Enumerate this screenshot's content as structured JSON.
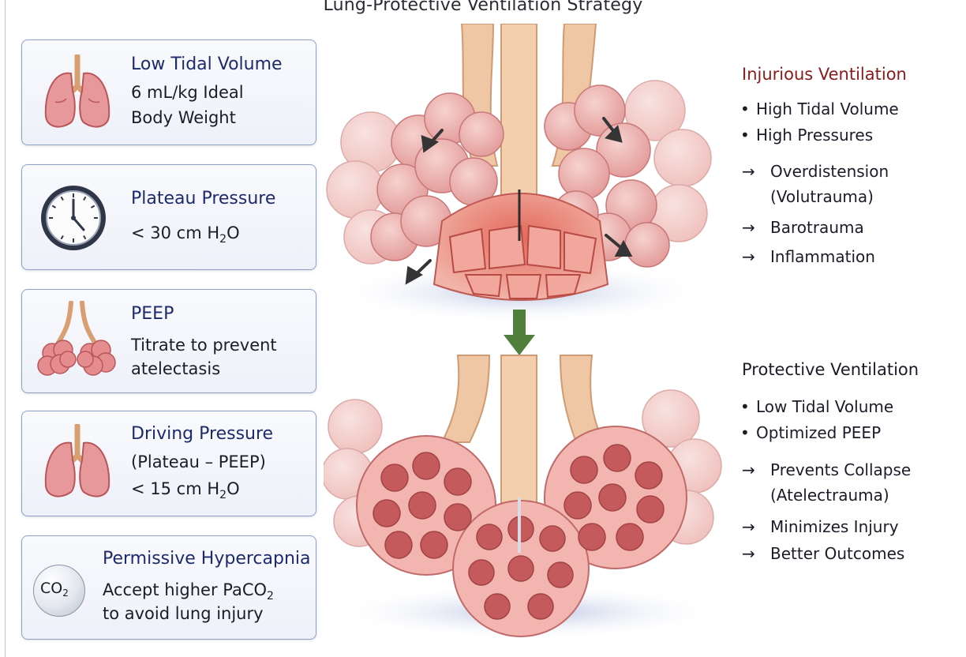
{
  "title": "Lung-Protective Ventilation Strategy",
  "cards": [
    {
      "title": "Low Tidal Volume",
      "line1": "6 mL/kg Ideal",
      "line2": "Body Weight",
      "icon": "lungs-icon"
    },
    {
      "title": "Plateau Pressure",
      "line1_pre": "< 30 cm H",
      "line1_sub": "2",
      "line1_post": "O",
      "icon": "clock-icon"
    },
    {
      "title": "PEEP",
      "line1": "Titrate to prevent",
      "line2": "atelectasis",
      "icon": "alveoli-icon"
    },
    {
      "title": "Driving Pressure",
      "line1": "(Plateau – PEEP)",
      "line2_pre": "< 15 cm H",
      "line2_sub": "2",
      "line2_post": "O",
      "icon": "lungs-icon"
    },
    {
      "title": "Permissive Hypercapnia",
      "line1_pre": "Accept higher PaCO",
      "line1_sub": "2",
      "line2": "to avoid lung injury",
      "icon_pre": "CO",
      "icon_sub": "2",
      "icon": "co2-bubble-icon"
    }
  ],
  "injurious": {
    "heading": "Injurious Ventilation",
    "heading_color": "#8b1a1a",
    "bullets": [
      "High Tidal Volume",
      "High Pressures"
    ],
    "effects": [
      "Overdistension",
      "(Volutrauma)",
      "Barotrauma",
      "Inflammation"
    ]
  },
  "protective": {
    "heading": "Protective Ventilation",
    "heading_color": "#1c1c28",
    "bullets": [
      "Low Tidal Volume",
      "Optimized PEEP"
    ],
    "effects": [
      "Prevents Collapse",
      "(Atelectrauma)",
      "Minimizes Injury",
      "Better Outcomes"
    ]
  },
  "symbols": {
    "bullet": "•",
    "arrow": "→"
  },
  "colors": {
    "card_border": "#8ea2c4",
    "card_title": "#1d2a6b",
    "down_arrow": "#4f7f3a"
  }
}
